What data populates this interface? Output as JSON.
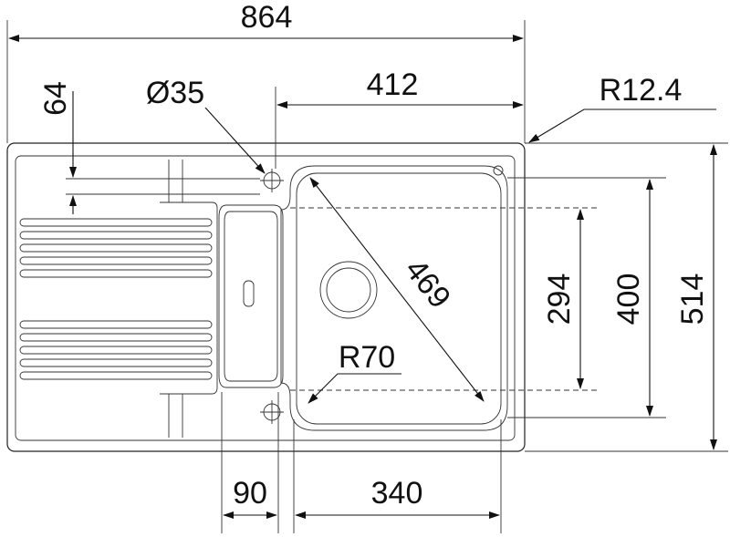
{
  "dimensions": {
    "overall_width": "864",
    "bowl_offset": "412",
    "tap_offset": "64",
    "tap_hole": "Ø35",
    "corner_radius": "R12.4",
    "bowl_inner_depth": "294",
    "bowl_depth": "400",
    "overall_depth": "514",
    "small_bowl_width": "90",
    "bowl_width": "340",
    "bowl_diagonal": "469",
    "bowl_radius": "R70"
  }
}
